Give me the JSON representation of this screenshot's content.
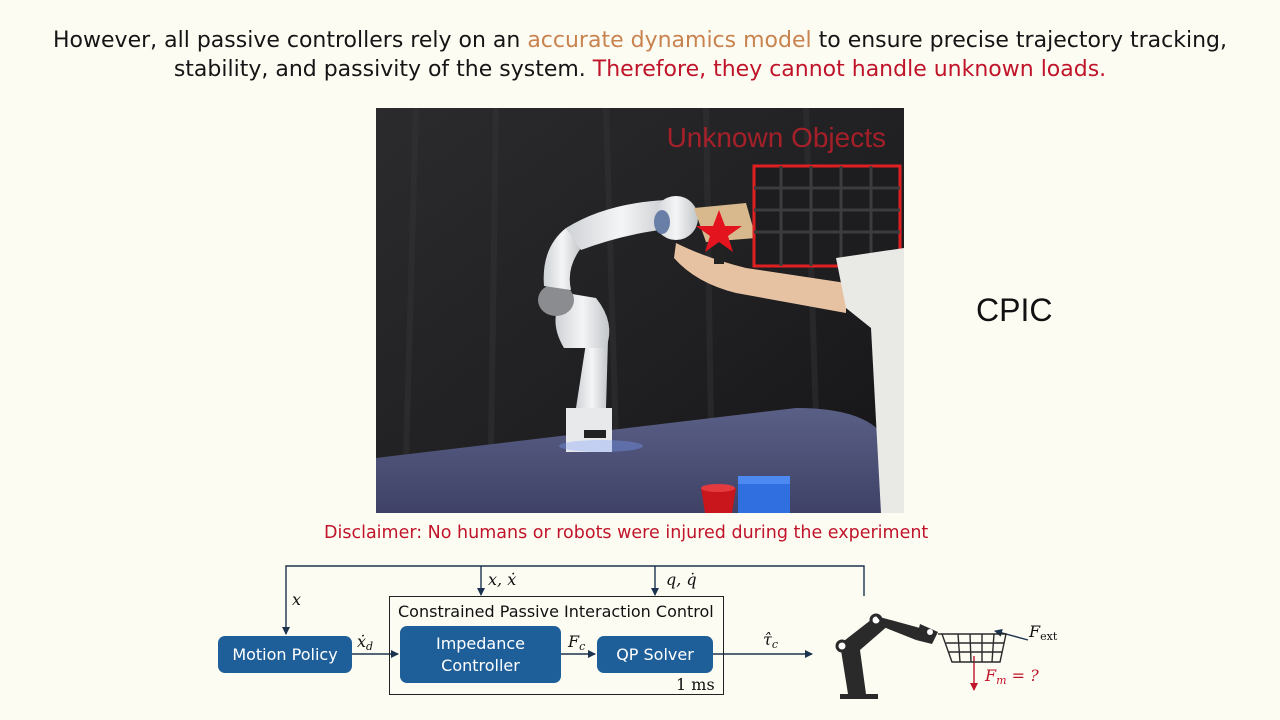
{
  "headline": {
    "part1": "However, all passive controllers rely on an ",
    "highlight_model": "accurate dynamics model",
    "part2": " to ensure precise trajectory tracking, stability, and passivity of the system. ",
    "highlight_conclusion": "Therefore, they cannot handle unknown loads."
  },
  "photo": {
    "caption": "Unknown Objects"
  },
  "side_label": "CPIC",
  "disclaimer": "Disclaimer: No humans or robots were injured during the experiment",
  "diagram": {
    "frame_title": "Constrained Passive Interaction Control",
    "frame_footer": "1 ms",
    "blocks": {
      "motion_policy": "Motion Policy",
      "impedance_line1": "Impedance",
      "impedance_line2": "Controller",
      "qp_solver": "QP Solver"
    },
    "signals": {
      "x": "x",
      "x_xdot": "x, ẋ",
      "q_qdot": "q, q̇",
      "xd_main": "ẋ",
      "xd_sub": "d",
      "fc_main": "F",
      "fc_sub": "c",
      "tau_main": "τ̂",
      "tau_sub": "c",
      "fext_main": "F",
      "fext_sub": "ext",
      "fm_main": "F",
      "fm_sub": "m",
      "fm_rest": " = ?"
    },
    "colors": {
      "block": "#1f5f99",
      "highlight_red": "#c0142a",
      "highlight_orange": "#c8834f"
    }
  }
}
